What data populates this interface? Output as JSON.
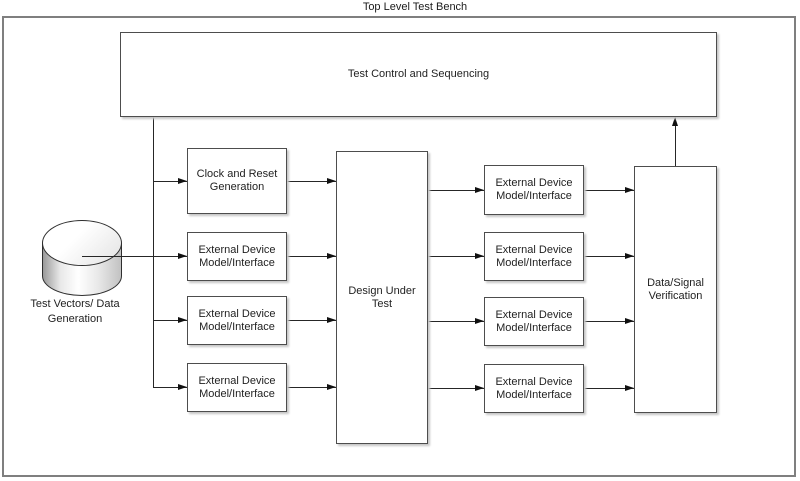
{
  "title": "Top Level Test Bench",
  "colors": {
    "background": "#ffffff",
    "line": "#262626",
    "box_border": "#4d4d4d",
    "frame_border": "#7f7f7f",
    "box_shadow": "#c6c6c6",
    "text": "#1f1f1f",
    "cylinder_shade": "#9a9a9a"
  },
  "nodes": {
    "test_control": {
      "label": "Test Control and Sequencing"
    },
    "data_source": {
      "label": "Test Vectors/ Data Generation",
      "shape": "cylinder"
    },
    "left_column": [
      {
        "label": "Clock and Reset Generation"
      },
      {
        "label": "External Device Model/Interface"
      },
      {
        "label": "External Device Model/Interface"
      },
      {
        "label": "External Device Model/Interface"
      }
    ],
    "dut": {
      "label": "Design Under Test"
    },
    "right_column": [
      {
        "label": "External Device Model/Interface"
      },
      {
        "label": "External Device Model/Interface"
      },
      {
        "label": "External Device Model/Interface"
      },
      {
        "label": "External Device Model/Interface"
      }
    ],
    "verification": {
      "label": "Data/Signal Verification"
    }
  }
}
